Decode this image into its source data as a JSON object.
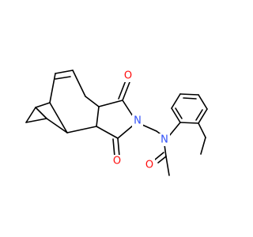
{
  "molecule": {
    "atoms": {
      "o1": {
        "symbol": "O",
        "color": "#ff0d0d"
      },
      "o2": {
        "symbol": "O",
        "color": "#ff0d0d"
      },
      "o3": {
        "symbol": "O",
        "color": "#ff0d0d"
      },
      "n1": {
        "symbol": "N",
        "color": "#3050f8"
      },
      "n2": {
        "symbol": "N",
        "color": "#3050f8"
      }
    }
  }
}
